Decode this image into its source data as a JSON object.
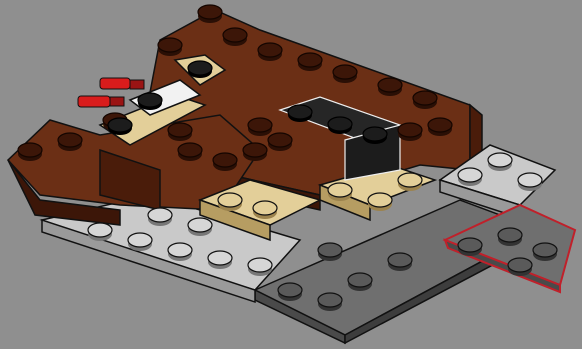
{
  "scene": {
    "subject": "lego-build-step",
    "colors": {
      "background": "#8f8f8f",
      "brown": "#6b2f15",
      "brown_dark": "#3c1608",
      "brown_light": "#8a4220",
      "tan": "#e3cf99",
      "tan_dark": "#b69d62",
      "light_gray": "#c9c9c9",
      "light_gray_dark": "#9a9a9a",
      "dark_gray": "#6f6f6f",
      "dark_gray_dark": "#4a4a4a",
      "black": "#1c1c1c",
      "white": "#f2f2f2",
      "red": "#d91c1c",
      "highlight_outline": "#c0202a"
    },
    "parts": [
      {
        "name": "brown-wedge-plate-left",
        "color": "brown"
      },
      {
        "name": "brown-back-plate",
        "color": "brown"
      },
      {
        "name": "tan-plates-front",
        "color": "tan"
      },
      {
        "name": "light-gray-base-plate",
        "color": "light_gray"
      },
      {
        "name": "dark-gray-base-plate",
        "color": "dark_gray"
      },
      {
        "name": "black-transparent-brick",
        "color": "black"
      },
      {
        "name": "red-pins",
        "color": "red"
      },
      {
        "name": "new-wedge-plate-highlighted",
        "color": "dark_gray"
      }
    ]
  }
}
